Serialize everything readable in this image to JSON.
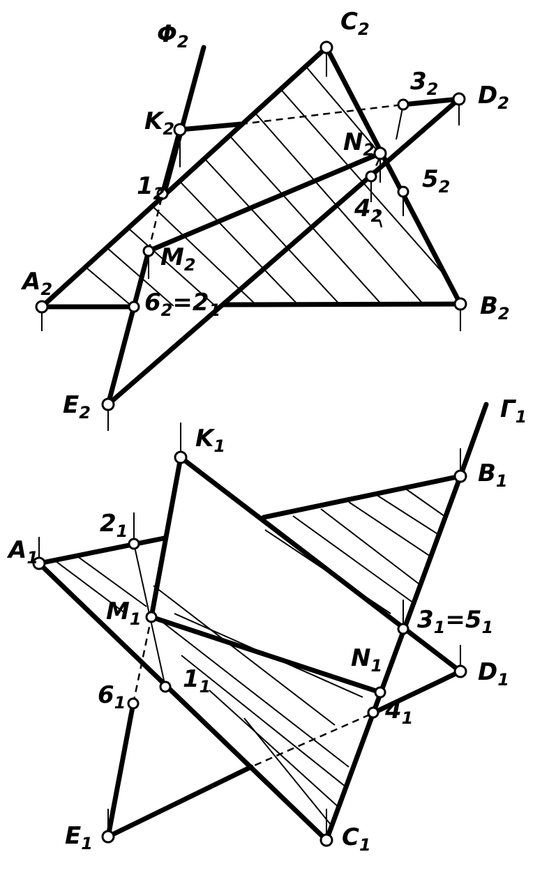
{
  "labels": {
    "phi2": {
      "main": "Φ",
      "sub": "2"
    },
    "C2": {
      "main": "C",
      "sub": "2"
    },
    "D2": {
      "main": "D",
      "sub": "2"
    },
    "p32": {
      "main": "3",
      "sub": "2"
    },
    "K2": {
      "main": "K",
      "sub": "2"
    },
    "N2": {
      "main": "N",
      "sub": "2"
    },
    "p12": {
      "main": "1",
      "sub": "2"
    },
    "p42": {
      "main": "4",
      "sub": "2"
    },
    "p52": {
      "main": "5",
      "sub": "2"
    },
    "M2": {
      "main": "M",
      "sub": "2"
    },
    "A2": {
      "main": "A",
      "sub": "2"
    },
    "p62": {
      "main": "6",
      "sub": "2"
    },
    "eq21": {
      "main": "=2",
      "sub": "1"
    },
    "B2": {
      "main": "B",
      "sub": "2"
    },
    "E2": {
      "main": "E",
      "sub": "2"
    },
    "gamma1": {
      "main": "Γ",
      "sub": "1"
    },
    "K1": {
      "main": "K",
      "sub": "1"
    },
    "B1": {
      "main": "B",
      "sub": "1"
    },
    "p21": {
      "main": "2",
      "sub": "1"
    },
    "A1": {
      "main": "A",
      "sub": "1"
    },
    "M1": {
      "main": "M",
      "sub": "1"
    },
    "p31": {
      "main": "3",
      "sub": "1"
    },
    "eq51": {
      "main": "=5",
      "sub": "1"
    },
    "D1": {
      "main": "D",
      "sub": "1"
    },
    "N1": {
      "main": "N",
      "sub": "1"
    },
    "p11": {
      "main": "1",
      "sub": "1"
    },
    "p61": {
      "main": "6",
      "sub": "1"
    },
    "p41": {
      "main": "4",
      "sub": "1"
    },
    "E1": {
      "main": "E",
      "sub": "1"
    },
    "C1": {
      "main": "C",
      "sub": "1"
    }
  }
}
